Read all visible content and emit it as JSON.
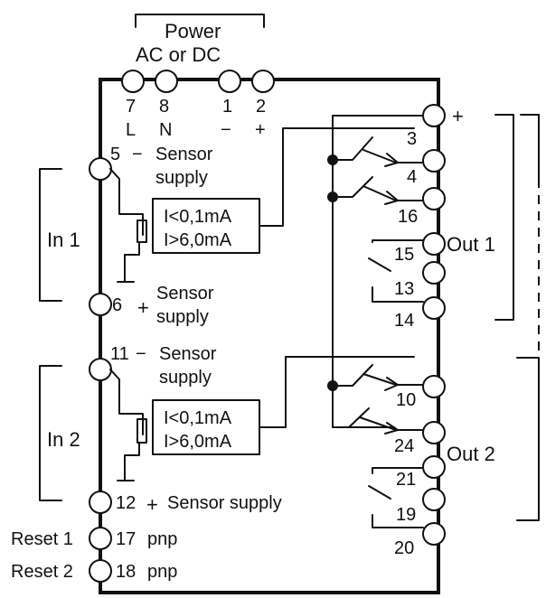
{
  "power": {
    "title": "Power",
    "subtitle": "AC or DC",
    "terminals": [
      {
        "number": "7",
        "sign": "L"
      },
      {
        "number": "8",
        "sign": "N"
      },
      {
        "number": "1",
        "sign": "−"
      },
      {
        "number": "2",
        "sign": "+"
      }
    ]
  },
  "inputs": {
    "in1": {
      "label": "In 1",
      "neg_terminal": "5",
      "neg_sign": "−",
      "neg_label_1": "Sensor",
      "neg_label_2": "supply",
      "pos_terminal": "6",
      "pos_sign": "+",
      "pos_label_1": "Sensor",
      "pos_label_2": "supply",
      "threshold_low": "I<0,1mA",
      "threshold_high": "I>6,0mA"
    },
    "in2": {
      "label": "In 2",
      "neg_terminal": "11",
      "neg_sign": "−",
      "neg_label_1": "Sensor",
      "neg_label_2": "supply",
      "pos_terminal": "12",
      "pos_sign": "+",
      "pos_label": "Sensor supply",
      "threshold_low": "I<0,1mA",
      "threshold_high": "I>6,0mA"
    }
  },
  "resets": [
    {
      "label": "Reset 1",
      "terminal": "17",
      "type": "pnp"
    },
    {
      "label": "Reset 2",
      "terminal": "18",
      "type": "pnp"
    }
  ],
  "outputs": {
    "plus_sign": "+",
    "out1": {
      "label": "Out 1",
      "terminals": [
        "3",
        "4",
        "16",
        "15",
        "13",
        "14"
      ]
    },
    "out2": {
      "label": "Out 2",
      "terminals": [
        "10",
        "24",
        "21",
        "19",
        "20"
      ]
    }
  }
}
